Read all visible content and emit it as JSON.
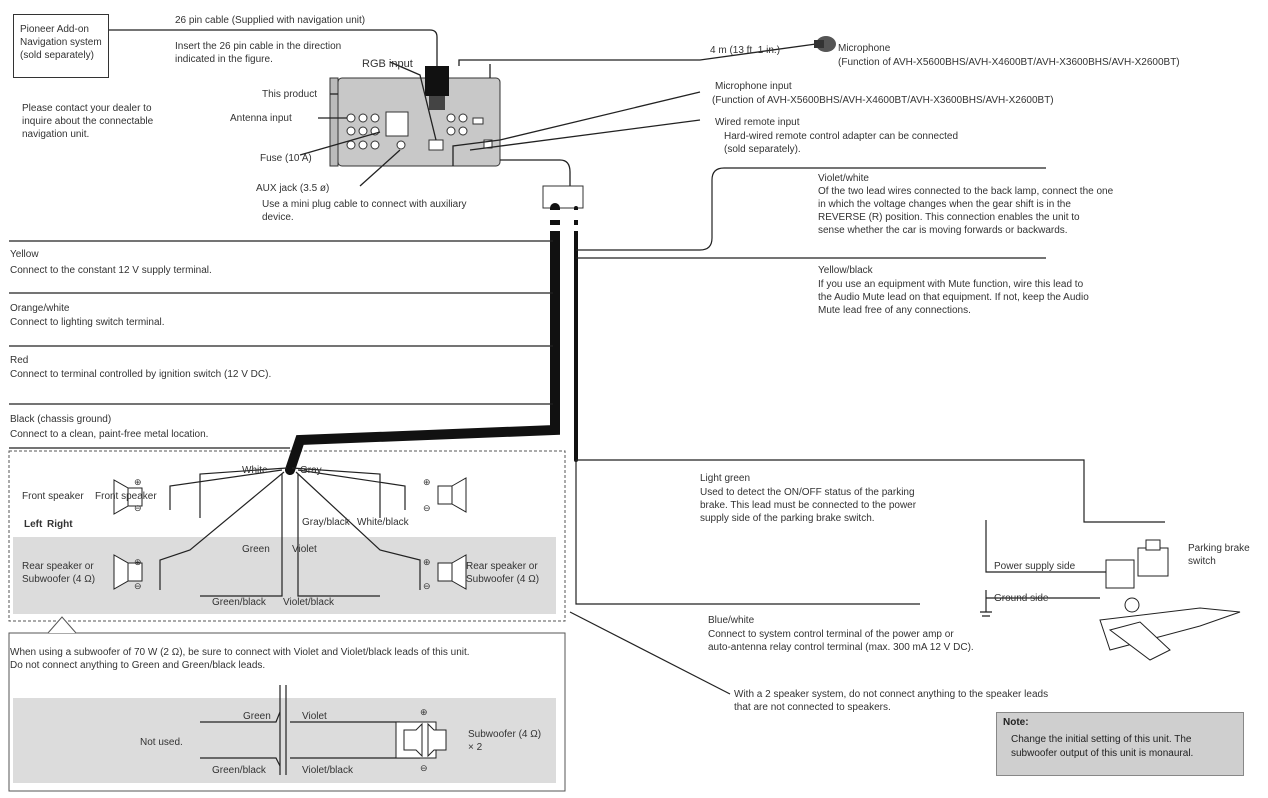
{
  "nav_box": "Pioneer Add-on\nNavigation system\n(sold separately)",
  "nav_contact": "Please contact your dealer to\ninquire about the connectable\nnavigation unit.",
  "cable_26pin": "26 pin cable (Supplied with navigation unit)",
  "cable_insert": "Insert the 26 pin cable in the direction\nindicated in the figure.",
  "rgb_input": "RGB input",
  "this_product": "This product",
  "antenna_input": "Antenna input",
  "fuse": "Fuse (10 A)",
  "aux_jack": "AUX jack (3.5 ø)",
  "aux_desc": "Use a mini plug cable to connect with auxiliary\ndevice.",
  "mic_length": "4 m (13 ft. 1 in.)",
  "microphone": "Microphone",
  "microphone_fn": "(Function of AVH-X5600BHS/AVH-X4600BT/AVH-X3600BHS/AVH-X2600BT)",
  "mic_input": "Microphone input",
  "mic_input_fn": "(Function of AVH-X5600BHS/AVH-X4600BT/AVH-X3600BHS/AVH-X2600BT)",
  "wired_remote": "Wired remote input",
  "wired_remote_desc": "Hard-wired remote control adapter can be connected\n(sold separately).",
  "violet_white": "Violet/white",
  "violet_white_desc": "Of the two lead wires connected to the back lamp, connect the one\nin which the voltage changes when the gear shift is in the\nREVERSE (R) position. This connection enables the unit to\nsense whether the car is moving forwards or backwards.",
  "yellow_black": "Yellow/black",
  "yellow_black_desc": "If you use an equipment with Mute function, wire this lead to\nthe Audio Mute lead on that equipment. If not, keep the Audio\nMute lead free of any connections.",
  "yellow": "Yellow",
  "yellow_desc": "Connect to the constant 12 V supply terminal.",
  "orange_white": "Orange/white",
  "orange_white_desc": "Connect to lighting switch terminal.",
  "red": "Red",
  "red_desc": "Connect to terminal controlled by ignition switch (12 V DC).",
  "black": "Black (chassis ground)",
  "black_desc": "Connect to a clean, paint-free metal location.",
  "white": "White",
  "gray": "Gray",
  "front_speaker": "Front speaker",
  "left": "Left",
  "right": "Right",
  "white_black": "White/black",
  "gray_black": "Gray/black",
  "green": "Green",
  "violet": "Violet",
  "rear_speaker_l": "Rear speaker or\nSubwoofer (4 Ω)",
  "rear_speaker_r": "Rear speaker or\nSubwoofer (4 Ω)",
  "green_black": "Green/black",
  "violet_black": "Violet/black",
  "plus": "⊕",
  "minus": "⊖",
  "sub_note": "When using a subwoofer of 70 W (2 Ω), be sure to connect with Violet and Violet/black leads of this unit.\nDo not connect anything to Green and Green/black leads.",
  "sub_green": "Green",
  "sub_violet": "Violet",
  "not_used": "Not used.",
  "subwoofer": "Subwoofer (4 Ω)\n× 2",
  "sub_green_black": "Green/black",
  "sub_violet_black": "Violet/black",
  "light_green": "Light green",
  "light_green_desc": "Used to detect the ON/OFF status of the parking\nbrake. This lead must be connected to the power\nsupply side of the parking brake switch.",
  "power_supply_side": "Power supply side",
  "ground_side": "Ground side",
  "parking_brake": "Parking brake\nswitch",
  "blue_white": "Blue/white",
  "blue_white_desc": "Connect to system control terminal of the power amp or\nauto-antenna relay control terminal (max. 300 mA 12 V DC).",
  "two_speaker": "With a 2 speaker system, do not connect anything to the speaker leads\nthat are not connected to speakers.",
  "note_title": "Note:",
  "note_body": "Change the initial setting of this unit. The\nsubwoofer output of this unit is monaural."
}
